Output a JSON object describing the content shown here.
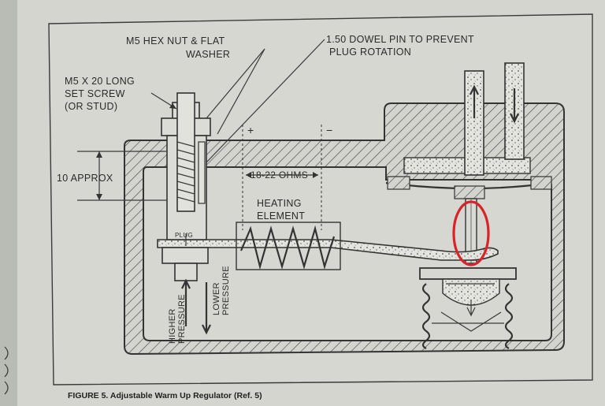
{
  "labels": {
    "nut": [
      "M5 HEX NUT & FLAT",
      "WASHER"
    ],
    "dowel": [
      "1.50 DOWEL PIN TO PREVENT",
      "PLUG ROTATION"
    ],
    "screw": [
      "M5 X 20 LONG",
      "SET SCREW",
      "(OR STUD)"
    ],
    "approx": "10 APPROX",
    "ohms": "18-22 OHMS",
    "heating": [
      "HEATING",
      "ELEMENT"
    ],
    "plug": "PLUG",
    "plus": "+",
    "minus": "−",
    "higher": [
      "HIGHER",
      "PRESSURE"
    ],
    "lower": [
      "LOWER",
      "PRESSURE"
    ]
  },
  "caption": "FIGURE 5.  Adjustable Warm Up Regulator (Ref. 5)",
  "colors": {
    "paper": "#d6d7d1",
    "ink": "#333333",
    "highlight": "#d8232a"
  }
}
